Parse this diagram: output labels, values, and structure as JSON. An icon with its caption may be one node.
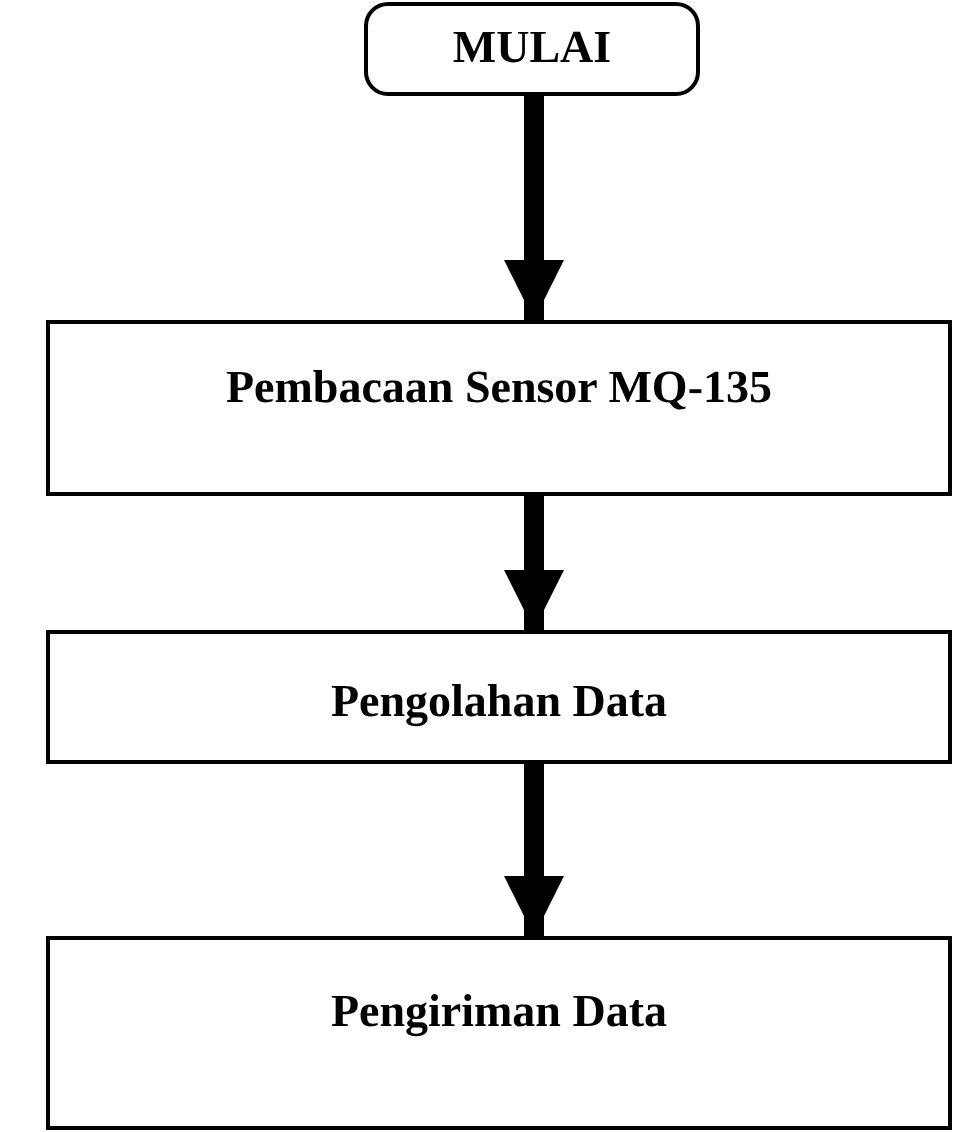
{
  "diagram": {
    "nodes": [
      {
        "text": [
          "MULAI"
        ]
      },
      {
        "text": [
          "Pembacaan Sensor MQ-135"
        ]
      },
      {
        "text": [
          "Pengolahan Data"
        ]
      },
      {
        "text": [
          "Pengiriman Data"
        ]
      }
    ],
    "edges": [
      {
        "from": 0,
        "to": 1,
        "arrow": "to"
      },
      {
        "from": 1,
        "to": 2,
        "arrow": "to"
      },
      {
        "from": 2,
        "to": 3,
        "arrow": "to"
      }
    ]
  }
}
